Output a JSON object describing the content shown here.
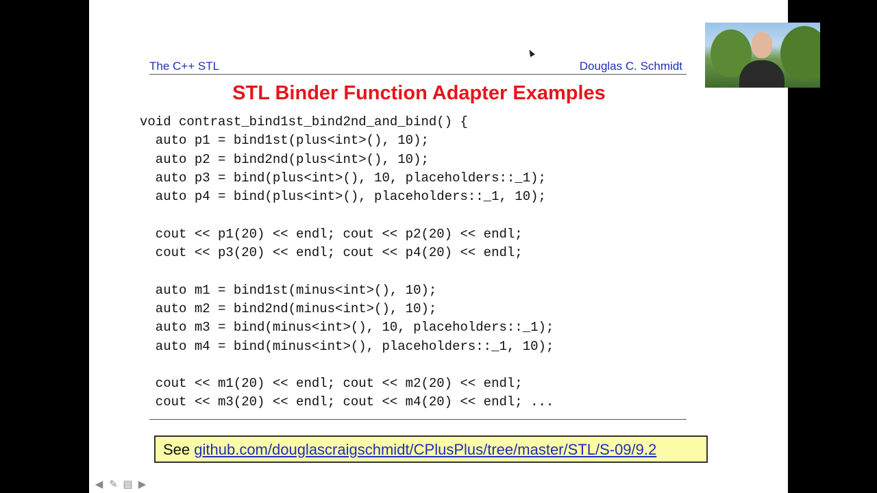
{
  "header": {
    "left": "The C++ STL",
    "right": "Douglas C. Schmidt"
  },
  "title": "STL Binder Function Adapter Examples",
  "code": [
    "void contrast_bind1st_bind2nd_and_bind() {",
    "  auto p1 = bind1st(plus<int>(), 10);",
    "  auto p2 = bind2nd(plus<int>(), 10);",
    "  auto p3 = bind(plus<int>(), 10, placeholders::_1);",
    "  auto p4 = bind(plus<int>(), placeholders::_1, 10);",
    "",
    "  cout << p1(20) << endl; cout << p2(20) << endl;",
    "  cout << p3(20) << endl; cout << p4(20) << endl;",
    "",
    "  auto m1 = bind1st(minus<int>(), 10);",
    "  auto m2 = bind2nd(minus<int>(), 10);",
    "  auto m3 = bind(minus<int>(), 10, placeholders::_1);",
    "  auto m4 = bind(minus<int>(), placeholders::_1, 10);",
    "",
    "  cout << m1(20) << endl; cout << m2(20) << endl;",
    "  cout << m3(20) << endl; cout << m4(20) << endl; ..."
  ],
  "link": {
    "prefix": "See ",
    "url": "github.com/douglascraigschmidt/CPlusPlus/tree/master/STL/S-09/9.2"
  },
  "nav": {
    "prev_icon": "arrow-left-icon",
    "pen_icon": "pen-icon",
    "menu_icon": "menu-icon",
    "next_icon": "arrow-right-icon"
  },
  "colors": {
    "title": "#e8141c",
    "header": "#1f2fb8",
    "link_bg": "#fbfba8"
  }
}
